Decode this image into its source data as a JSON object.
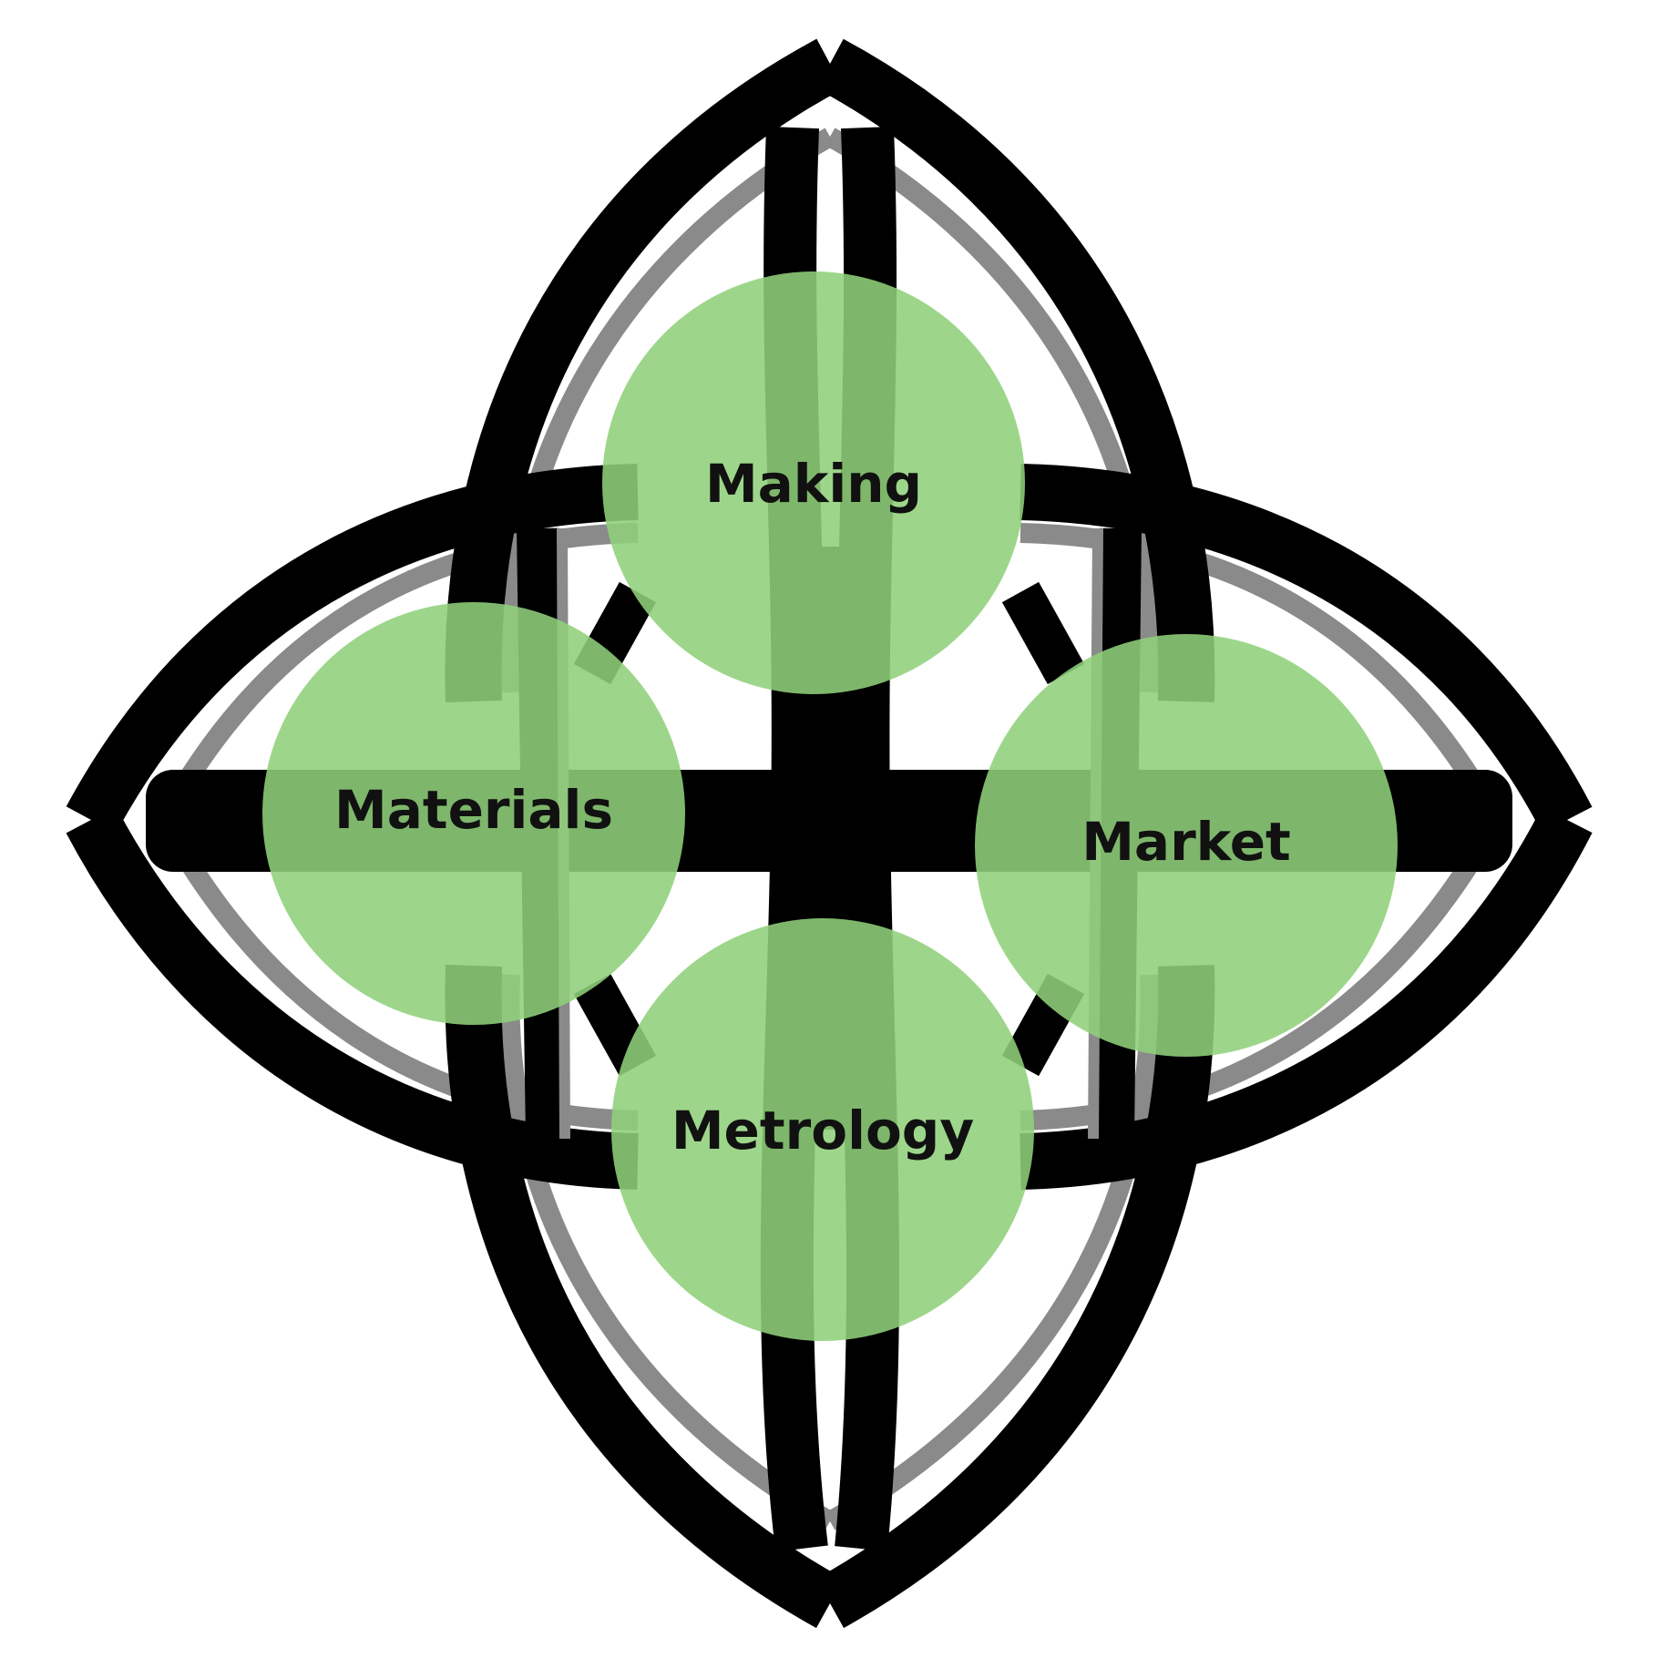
{
  "diagram": {
    "colors": {
      "knot": "#000000",
      "knot_shadow": "#8a8a8a",
      "node_fill": "#8fd07a",
      "node_opacity": "0.88",
      "label": "#111111"
    },
    "nodes": [
      {
        "id": "making",
        "label": "Making"
      },
      {
        "id": "materials",
        "label": "Materials"
      },
      {
        "id": "market",
        "label": "Market"
      },
      {
        "id": "metrology",
        "label": "Metrology"
      }
    ]
  }
}
